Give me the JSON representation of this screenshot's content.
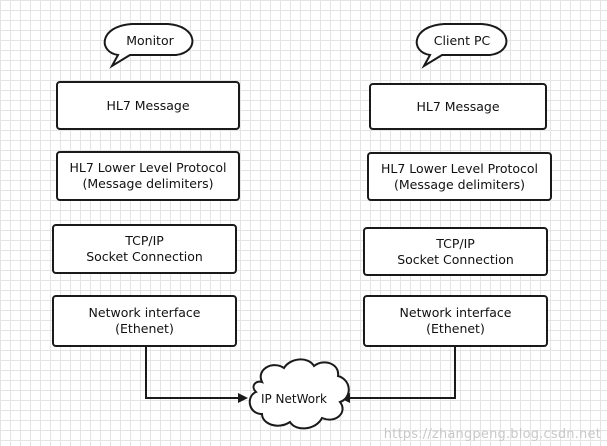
{
  "left_column": {
    "callout": "Monitor",
    "layers": [
      {
        "line1": "HL7 Message",
        "line2": ""
      },
      {
        "line1": "HL7 Lower Level Protocol",
        "line2": "(Message delimiters)"
      },
      {
        "line1": "TCP/IP",
        "line2": "Socket Connection"
      },
      {
        "line1": "Network interface",
        "line2": "(Ethenet)"
      }
    ]
  },
  "right_column": {
    "callout": "Client PC",
    "layers": [
      {
        "line1": "HL7 Message",
        "line2": ""
      },
      {
        "line1": "HL7 Lower Level Protocol",
        "line2": "(Message delimiters)"
      },
      {
        "line1": "TCP/IP",
        "line2": "Socket Connection"
      },
      {
        "line1": "Network interface",
        "line2": "(Ethenet)"
      }
    ]
  },
  "network": {
    "label": "IP NetWork"
  },
  "watermark": "https://zhangpeng.blog.csdn.net",
  "colors": {
    "stroke": "#1a1a1a",
    "grid": "#e4e4e4",
    "watermark": "#c8c8c8"
  }
}
